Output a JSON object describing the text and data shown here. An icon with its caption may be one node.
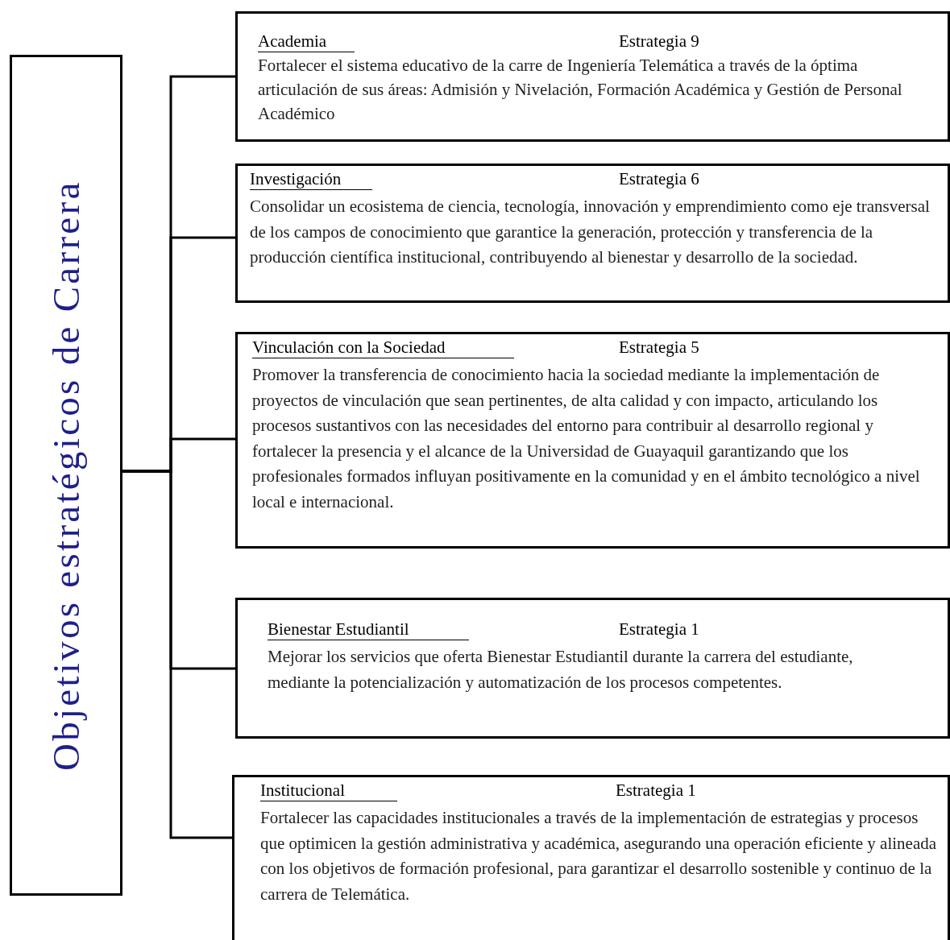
{
  "diagram": {
    "nodes": [
      {
        "text": [
          "Objetivos estratégicos de Carrera"
        ]
      },
      {
        "text": [
          "Academia",
          "Estrategia 9",
          "Fortalecer el sistema educativo de la carre de Ingeniería Telemática a través de la óptima articulación de sus áreas: Admisión y Nivelación, Formación Académica y Gestión de Personal Académico"
        ]
      },
      {
        "text": [
          "Investigación",
          "Estrategia 6",
          "Consolidar un ecosistema de ciencia, tecnología, innovación y emprendimiento como eje transversal de los campos de conocimiento que garantice la generación, protección y transferencia de la producción científica institucional, contribuyendo al bienestar y desarrollo de la sociedad."
        ]
      },
      {
        "text": [
          "Vinculación con la Sociedad",
          "Estrategia 5",
          "Promover la transferencia de conocimiento hacia la sociedad mediante la implementación de proyectos de vinculación que sean pertinentes, de alta calidad y con impacto, articulando los procesos sustantivos con las necesidades del entorno para contribuir al desarrollo regional y fortalecer la presencia y el alcance de la Universidad de Guayaquil garantizando que los profesionales formados influyan positivamente en la comunidad y en el ámbito tecnológico a nivel local e internacional."
        ]
      },
      {
        "text": [
          "Bienestar Estudiantil",
          "Estrategia 1",
          "Mejorar los servicios que oferta Bienestar Estudiantil durante la carrera del estudiante, mediante la potencialización y automatización de los procesos competentes."
        ]
      },
      {
        "text": [
          "Institucional",
          "Estrategia 1",
          "Fortalecer las capacidades institucionales a través de la implementación de estrategias y procesos que optimicen la gestión administrativa y académica, asegurando una operación eficiente y alineada con los objetivos de formación profesional, para garantizar el desarrollo sostenible y continuo de la carrera de Telemática."
        ]
      }
    ],
    "edges": [
      {
        "from": 0,
        "to": 1,
        "arrow": "none"
      },
      {
        "from": 0,
        "to": 2,
        "arrow": "none"
      },
      {
        "from": 0,
        "to": 3,
        "arrow": "none"
      },
      {
        "from": 0,
        "to": 4,
        "arrow": "none"
      },
      {
        "from": 0,
        "to": 5,
        "arrow": "none"
      }
    ]
  }
}
